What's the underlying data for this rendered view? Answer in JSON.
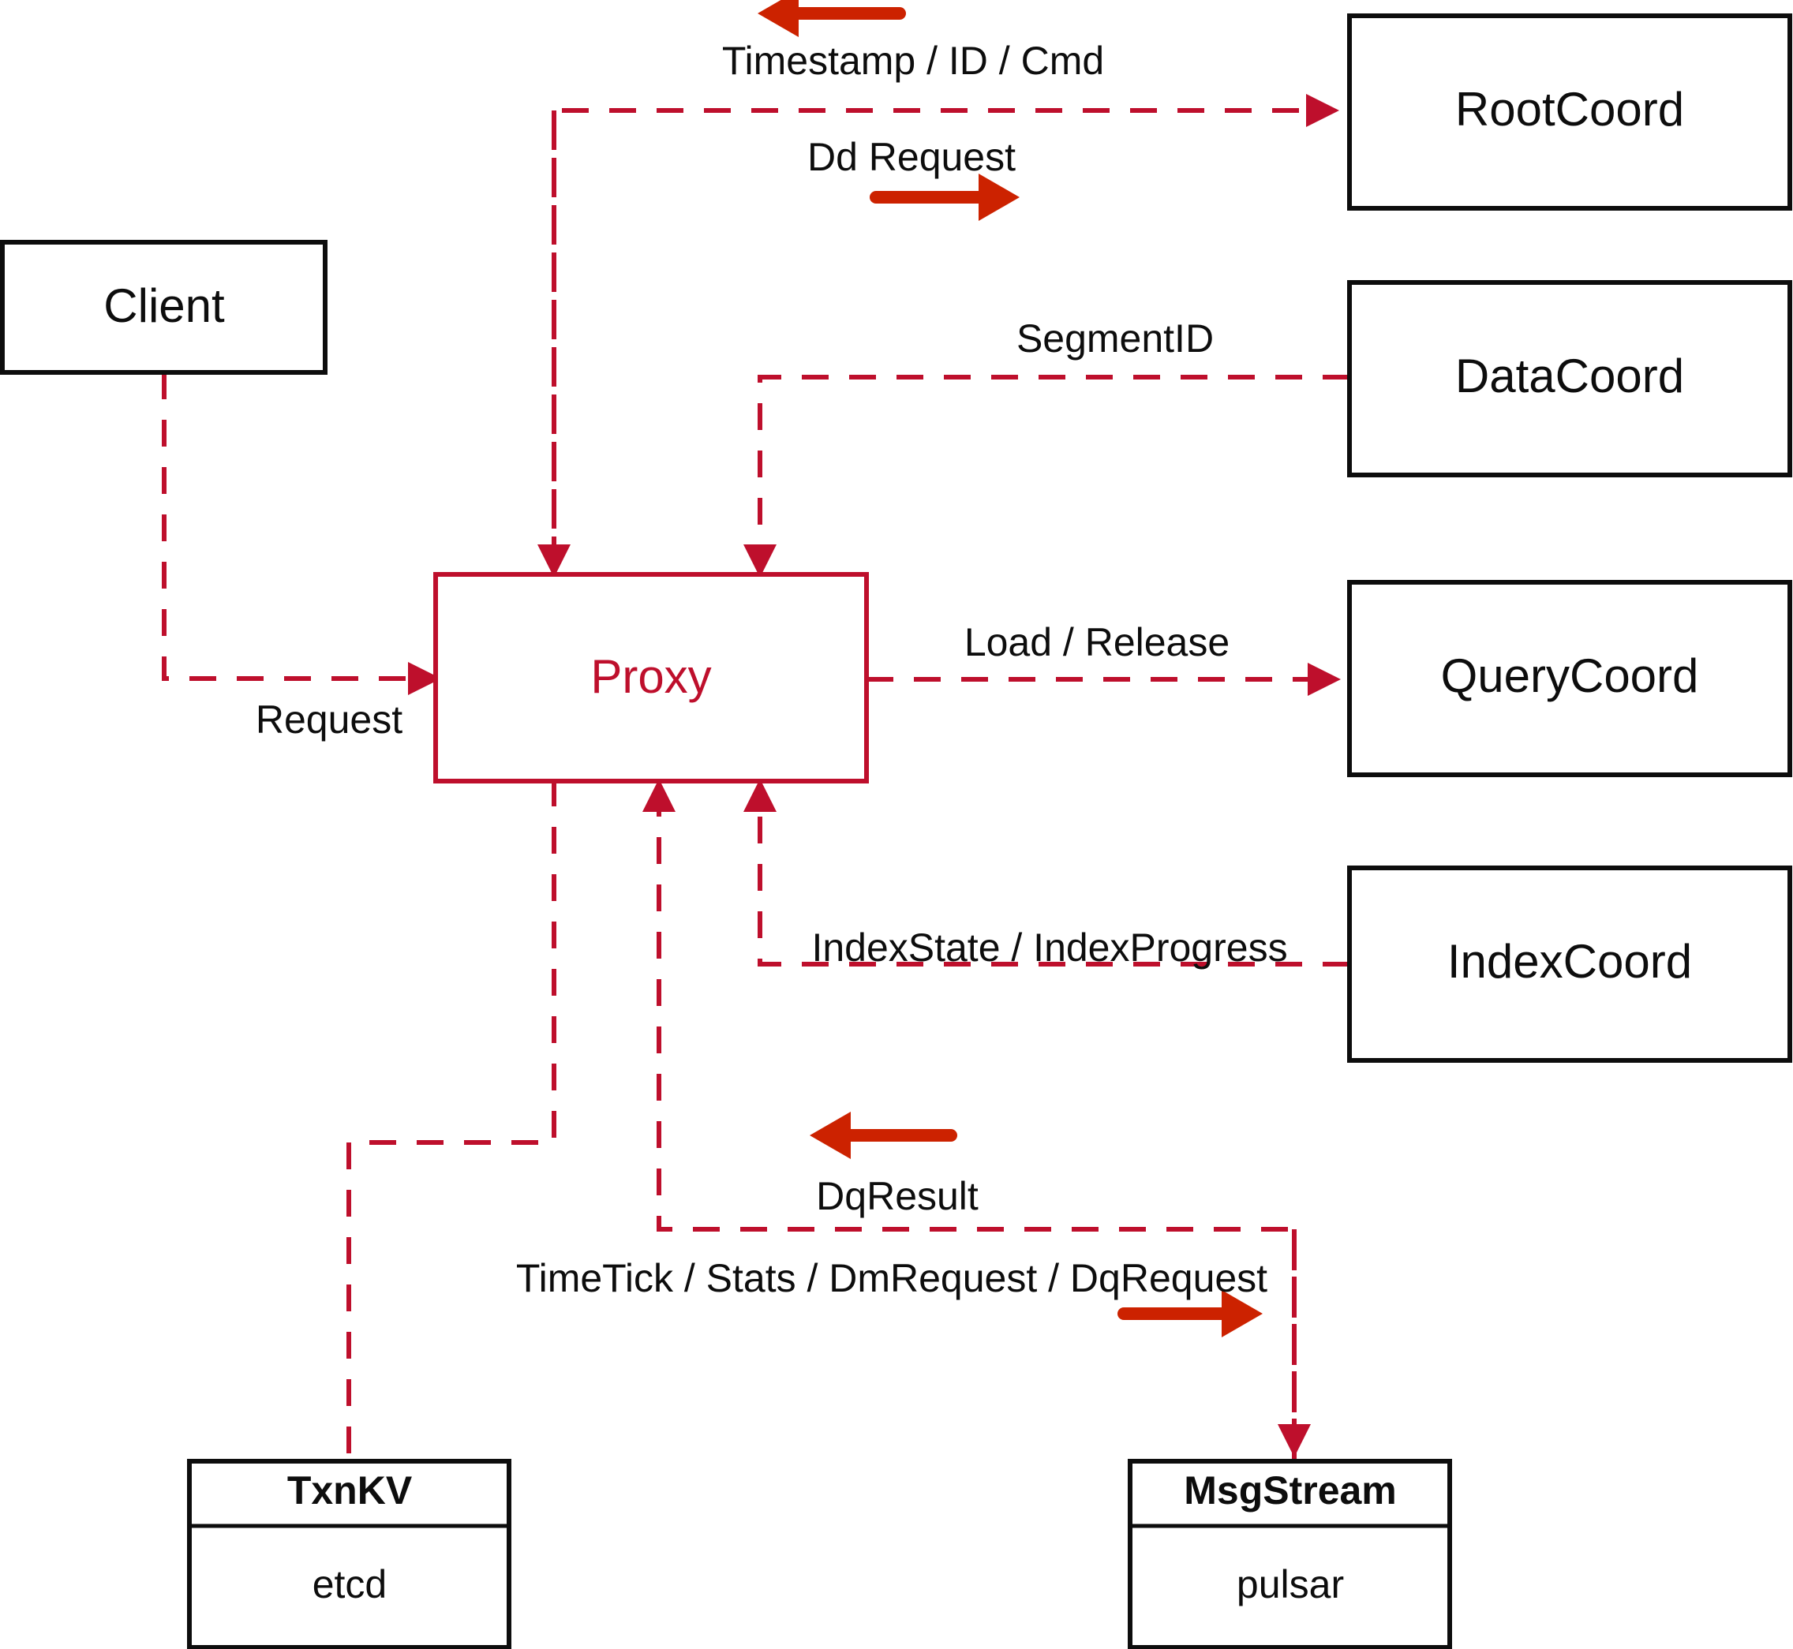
{
  "diagram": {
    "title": "Proxy component interaction diagram",
    "colors": {
      "accent_red": "#be0f2c",
      "flow_red": "#cc2200",
      "node_stroke": "#0d0d0d",
      "background": "#ffffff"
    },
    "nodes": {
      "client": {
        "label": "Client"
      },
      "proxy": {
        "label": "Proxy"
      },
      "root_coord": {
        "label": "RootCoord"
      },
      "data_coord": {
        "label": "DataCoord"
      },
      "query_coord": {
        "label": "QueryCoord"
      },
      "index_coord": {
        "label": "IndexCoord"
      },
      "txnkv": {
        "label": "TxnKV",
        "impl": "etcd"
      },
      "msgstream": {
        "label": "MsgStream",
        "impl": "pulsar"
      }
    },
    "edges": {
      "client_to_proxy": {
        "label": "Request"
      },
      "proxy_to_rootcoord": {
        "label": "Timestamp / ID / Cmd",
        "flow_label": "Dd Request"
      },
      "datacoord_to_proxy": {
        "label": "SegmentID"
      },
      "proxy_to_querycoord": {
        "label": "Load / Release"
      },
      "indexcoord_to_proxy": {
        "label": "IndexState / IndexProgress"
      },
      "msgstream_to_proxy": {
        "label": "DqResult"
      },
      "proxy_to_msgstream": {
        "label": "TimeTick / Stats / DmRequest / DqRequest"
      }
    }
  }
}
